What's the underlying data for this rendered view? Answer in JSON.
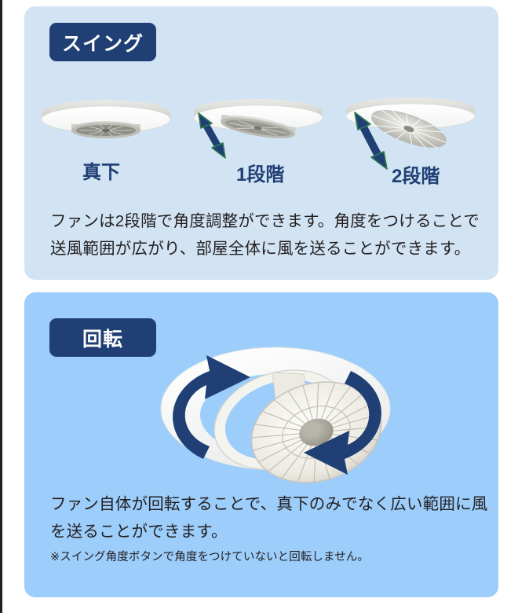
{
  "colors": {
    "panel_swing_bg": "#d2e3f3",
    "panel_rotate_bg": "#9ccdfb",
    "badge_bg": "#1f3f75",
    "badge_text": "#ffffff",
    "heading_text": "#1f3f75",
    "body_text": "#231f20",
    "arrow_navy": "#1f3f75",
    "arrow_outline_green": "#2f7d4f",
    "page_bg": "#ffffff",
    "edge_border": "#231f20"
  },
  "sections": [
    {
      "id": "swing",
      "badge_label": "スイング",
      "fans": [
        {
          "label": "真下",
          "tilt_deg": 0,
          "arrow": false
        },
        {
          "label": "1段階",
          "tilt_deg": 9,
          "arrow": true
        },
        {
          "label": "2段階",
          "tilt_deg": 20,
          "arrow": true
        }
      ],
      "body_lines": [
        "ファンは2段階で角度調整ができます。角度をつけることで",
        "送風範囲が広がり、部屋全体に風を送ることができます。"
      ]
    },
    {
      "id": "rotate",
      "badge_label": "回転",
      "body_lines": [
        "ファン自体が回転することで、真下のみでなく広い範囲に風",
        "を送ることができます。"
      ],
      "note": "※スイング角度ボタンで角度をつけていないと回転しません。"
    }
  ]
}
